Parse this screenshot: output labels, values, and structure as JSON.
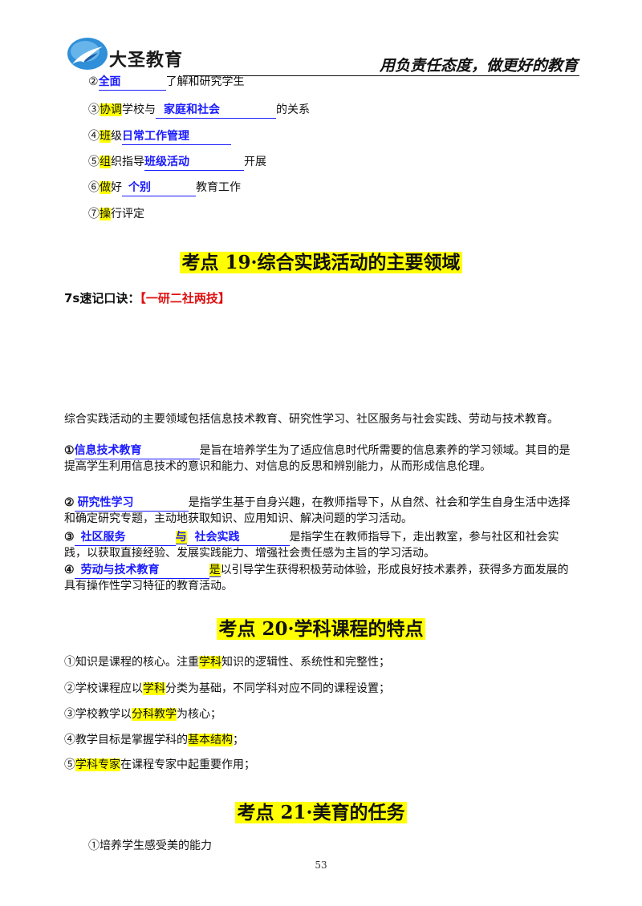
{
  "header": {
    "logo_text": "大圣教育",
    "slogan": "用负责任态度，做更好的教育"
  },
  "list1": [
    {
      "num": "②",
      "pre": "",
      "blank": "全面",
      "post": "了解和研究学生"
    },
    {
      "num": "③",
      "hl": "协调",
      "pre": "学校与",
      "blank": "家庭和社会",
      "post": "的关系"
    },
    {
      "num": "④",
      "hl": "班",
      "pre": "级",
      "blank": "日常工作管理",
      "post": ""
    },
    {
      "num": "⑤",
      "hl": "组",
      "pre": "织指导",
      "blank": "班级活动",
      "post": "开展"
    },
    {
      "num": "⑥",
      "hl": "做",
      "pre": "好",
      "blank": "个别",
      "post": "教育工作"
    },
    {
      "num": "⑦",
      "hl": "操",
      "pre": "行评定",
      "blank": "",
      "post": ""
    }
  ],
  "section19": {
    "title": "考点 19·综合实践活动的主要领域",
    "mnemonic_label": "7s速记口诀：",
    "mnemonic": "【一研二社两技】",
    "intro": "综合实践活动的主要领域包括信息技术教育、研究性学习、社区服务与社会实践、劳动与技术教育。",
    "item1_num": "①",
    "item1_blank": "信息技术教育",
    "item1_text": "是旨在培养学生为了适应信息时代所需要的信息素养的学习领域。其目的是提高学生利用信息技术的意识和能力、对信息的反思和辨别能力，从而形成信息伦理。",
    "item2_num": "②",
    "item2_blank": "研究性学习",
    "item2_text": "是指学生基于自身兴趣，在教师指导下，从自然、社会和学生自身生活中选择和确定研究专题，主动地获取知识、应用知识、解决问题的学习活动。",
    "item3_num": "③",
    "item3_blank_a": "社区服务",
    "item3_mid": "与",
    "item3_blank_b": "社会实践",
    "item3_text": "是指学生在教师指导下，走出教室，参与社区和社会实践，以获取直接经验、发展实践能力、增强社会责任感为主旨的学习活动。",
    "item4_num": "④",
    "item4_blank": "劳动与技术教育",
    "item4_hl": "是",
    "item4_text": "以引导学生获得积极劳动体验，形成良好技术素养，获得多方面发展的具有操作性学习特征的教育活动。"
  },
  "section20": {
    "title": "考点 20·学科课程的特点",
    "items": [
      {
        "pre": "①知识是课程的核心。注重",
        "hl": "学科",
        "post": "知识的逻辑性、系统性和完整性；"
      },
      {
        "pre": "②学校课程应以",
        "hl": "学科",
        "post": "分类为基础，不同学科对应不同的课程设置；"
      },
      {
        "pre": "③学校教学以",
        "hl": "分科教学",
        "post": "为核心；"
      },
      {
        "pre": "④教学目标是掌握学科的",
        "hl": "基本结构",
        "post": "；"
      },
      {
        "pre": "⑤",
        "hl": "学科专家",
        "post": "在课程专家中起重要作用；"
      }
    ]
  },
  "section21": {
    "title": "考点 21·美育的任务",
    "item1": "①培养学生感受美的能力"
  },
  "footer": {
    "page_number": "53"
  }
}
